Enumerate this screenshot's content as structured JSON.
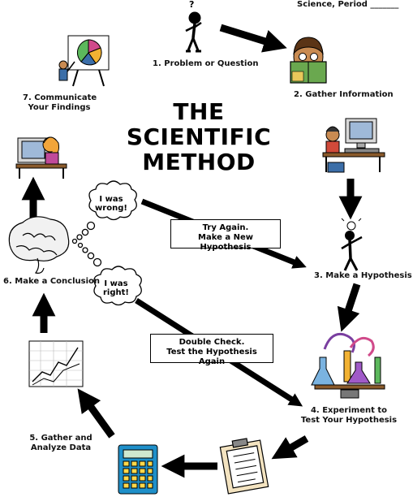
{
  "header": {
    "text": "Science, Period _______"
  },
  "title": {
    "line1": "THE",
    "line2": "SCIENTIFIC",
    "line3": "METHOD"
  },
  "steps": {
    "s1": "1. Problem or Question",
    "s2": "2. Gather Information",
    "s3": "3. Make a Hypothesis",
    "s4a": "4. Experiment to",
    "s4b": "Test Your Hypothesis",
    "s5a": "5. Gather and",
    "s5b": "Analyze Data",
    "s6": "6. Make a Conclusion",
    "s7a": "7. Communicate",
    "s7b": "Your Findings"
  },
  "bubbles": {
    "wrong_a": "I was",
    "wrong_b": "wrong!",
    "right_a": "I was",
    "right_b": "right!"
  },
  "boxes": {
    "try_a": "Try Again.",
    "try_b": "Make a New Hypothesis",
    "double_a": "Double Check.",
    "double_b": "Test the Hypothesis Again"
  },
  "icons": {
    "step1": "thinking-stick-figure-icon",
    "step2a": "reading-student-icon",
    "step2b": "computer-desk-icon",
    "step3": "lightbulb-stick-figure-icon",
    "step4": "lab-flasks-icon",
    "step5a": "clipboard-checklist-icon",
    "step5b": "calculator-icon",
    "step5c": "line-graph-icon",
    "step6": "brain-icon",
    "step7a": "computer-user-icon",
    "step7b": "presentation-easel-icon"
  },
  "colors": {
    "arrow": "#000000",
    "calculator": "#1e8fc9",
    "student_book": "#6aa84f"
  }
}
